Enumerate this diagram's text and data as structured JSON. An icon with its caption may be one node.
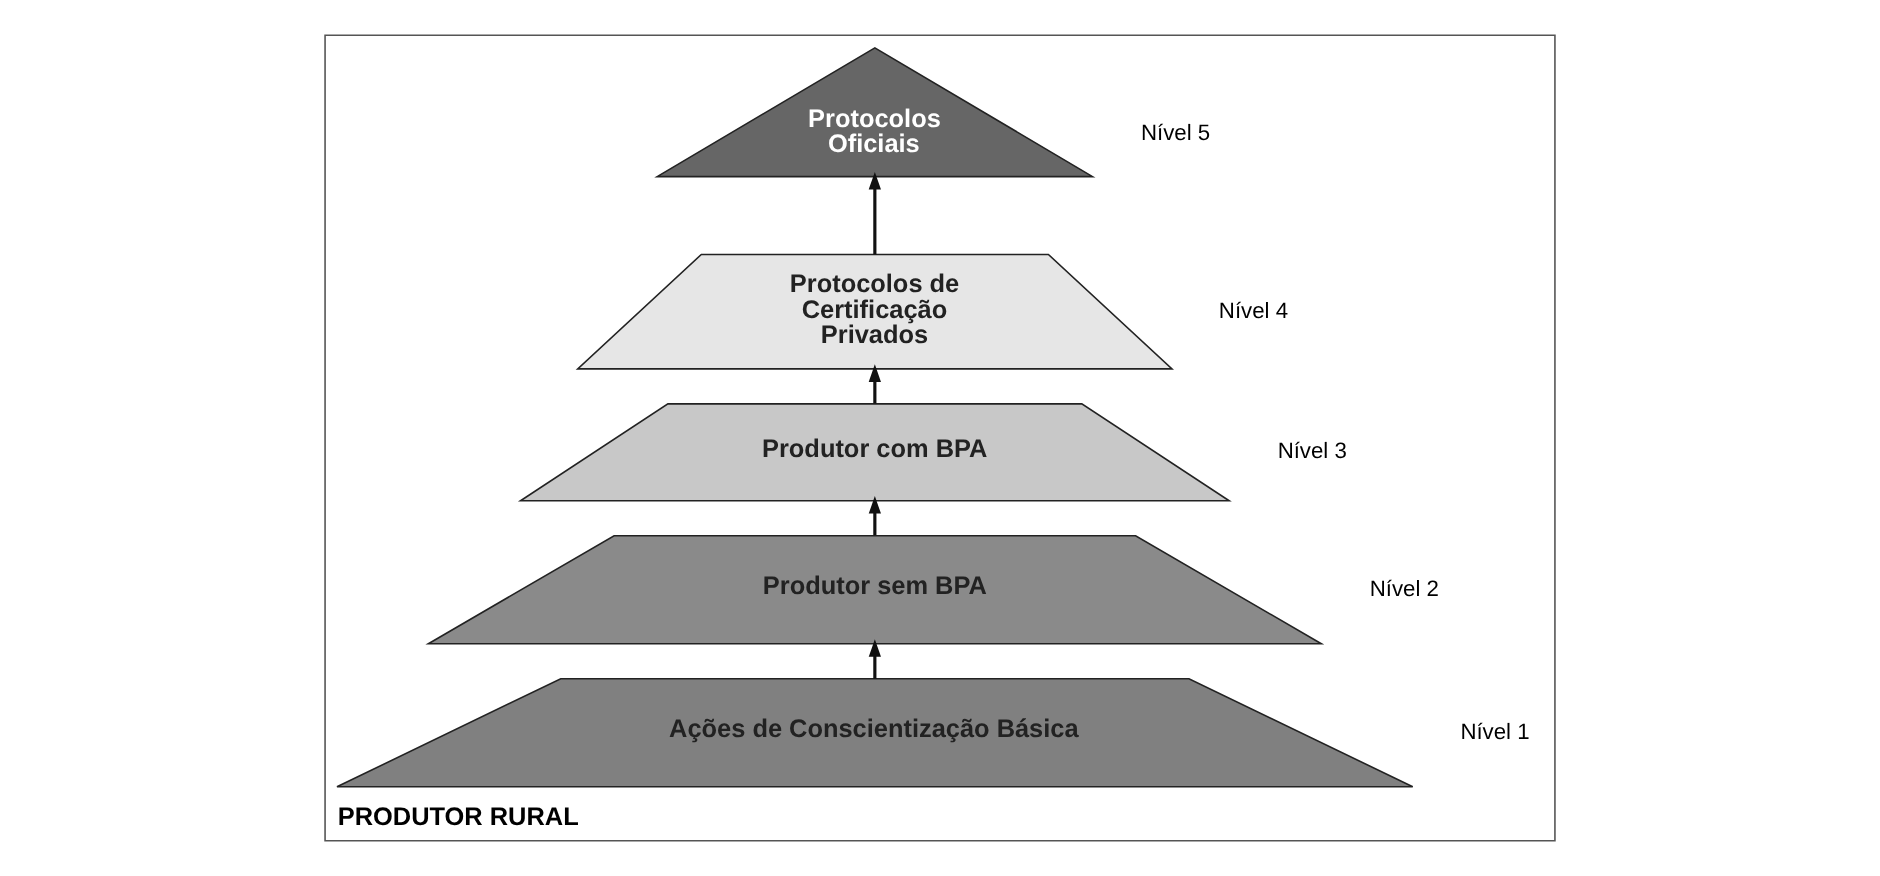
{
  "diagram": {
    "nodes": [
      {
        "text": [
          "PRODUTOR RURAL"
        ]
      },
      {
        "text": [
          "Protocolos Oficiais"
        ],
        "in": 0,
        "beside": [
          "Nível 5"
        ]
      },
      {
        "text": [
          "Protocolos de Certificação Privados"
        ],
        "in": 0,
        "beside": [
          "Nível 4"
        ]
      },
      {
        "text": [
          "Produtor com BPA"
        ],
        "in": 0,
        "beside": [
          "Nível 3"
        ]
      },
      {
        "text": [
          "Produtor sem BPA"
        ],
        "in": 0,
        "beside": [
          "Nível 2"
        ]
      },
      {
        "text": [
          "Ações de Conscientização Básica"
        ],
        "in": 0,
        "beside": [
          "Nível 1"
        ]
      }
    ],
    "edges": [
      {
        "from": 5,
        "to": 4,
        "arrow": "to"
      },
      {
        "from": 4,
        "to": 3,
        "arrow": "to"
      },
      {
        "from": 3,
        "to": 2,
        "arrow": "to"
      },
      {
        "from": 2,
        "to": 1,
        "arrow": "to"
      }
    ]
  }
}
